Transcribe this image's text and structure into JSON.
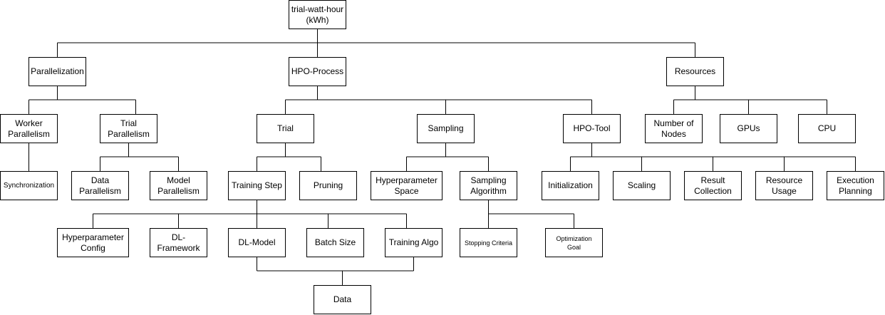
{
  "colors": {
    "stroke": "#000000",
    "fill": "#ffffff",
    "text": "#000000"
  },
  "nodes": {
    "root": "trial-watt-hour\n(kWh)",
    "parallelization": "Parallelization",
    "hpo_process": "HPO-Process",
    "resources": "Resources",
    "worker_parallelism": "Worker\nParallelism",
    "trial_parallelism": "Trial\nParallelism",
    "trial": "Trial",
    "sampling": "Sampling",
    "hpo_tool": "HPO-Tool",
    "number_of_nodes": "Number of\nNodes",
    "gpus": "GPUs",
    "cpu": "CPU",
    "synchronization": "Synchronization",
    "data_parallelism": "Data\nParallelism",
    "model_parallelism": "Model\nParallelism",
    "training_step": "Training Step",
    "pruning": "Pruning",
    "hyperparameter_space": "Hyperparameter\nSpace",
    "sampling_algorithm": "Sampling\nAlgorithm",
    "initialization": "Initialization",
    "scaling": "Scaling",
    "result_collection": "Result\nCollection",
    "resource_usage": "Resource\nUsage",
    "execution_planning": "Execution\nPlanning",
    "hyperparameter_config": "Hyperparameter\nConfig",
    "dl_framework": "DL-\nFramework",
    "dl_model": "DL-Model",
    "batch_size": "Batch Size",
    "training_algo": "Training Algo",
    "stopping_criteria": "Stopping Criteria",
    "optimization_goal": "Optimization\nGoal",
    "data": "Data"
  }
}
